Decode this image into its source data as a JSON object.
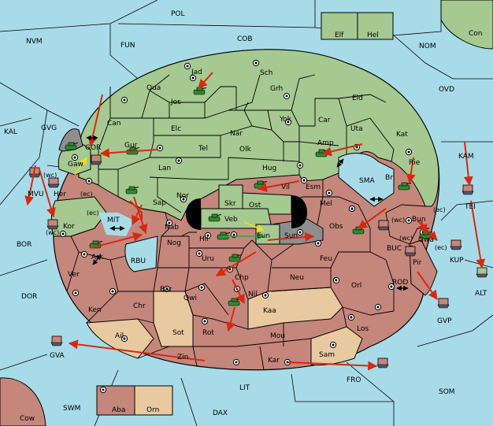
{
  "colors": {
    "sea": "#a8dbe8",
    "green": "#a5c990",
    "red": "#c5867c",
    "tan": "#e8c9a0",
    "gray": "#8e8e8e",
    "border": "#000000",
    "arrow": "#d62a10",
    "arrow_support": "#e8e020",
    "arrow_green": "#3ca03c"
  },
  "icons": {
    "supply_center": "dot-in-circle-icon",
    "army": "tank-icon",
    "fleet": "ship-icon",
    "swap": "double-arrow-icon"
  },
  "territories": {
    "pol": "POL",
    "nvm": "NVM",
    "fun": "FUN",
    "cob": "COB",
    "nom": "NOM",
    "con": "Con",
    "elf": "Elf",
    "hel": "Hel",
    "ovd": "OVD",
    "kal": "KAL",
    "gvg": "GVG",
    "jad": "Jad",
    "sch": "Sch",
    "qua": "Qua",
    "jos": "Jos",
    "grh": "Grh",
    "eld": "Eld",
    "can": "Can",
    "elc": "Elc",
    "nar": "Nar",
    "yok": "Yok",
    "car": "Car",
    "uta": "Uta",
    "kat": "Kat",
    "gor": "GOR",
    "gaw": "Gaw",
    "tel": "Tel",
    "olk": "Olk",
    "amp": "Amp",
    "gur": "Gur",
    "lan": "Lan",
    "hug": "Hug",
    "rie": "Rie",
    "kam": "KAM",
    "mvu": "MVU",
    "wc": "(wc)",
    "ec": "(ec)",
    "her": "Her",
    "bri": "Bri",
    "vil": "Vil",
    "esm": "Esm",
    "sma": "SMA",
    "nor": "Nor",
    "skr": "Skr",
    "ost": "Ost",
    "tei": "TEI",
    "sap": "Sap",
    "veb": "Veb",
    "mel": "Mel",
    "kor": "Kor",
    "bun": "Bun",
    "mit": "MIT",
    "nab": "Nab",
    "obs": "Obs",
    "gwa": "Gwa",
    "kup": "KUP",
    "bor": "BOR",
    "hil": "Hil",
    "eun": "Eun",
    "sun": "Sun",
    "buc": "BUC",
    "rbu": "RBU",
    "ark": "Ark",
    "nog": "Nog",
    "alt": "ALT",
    "uru": "Uru",
    "feu": "Feu",
    "pir": "Pir",
    "ver": "Ver",
    "chp": "Chp",
    "neu": "Neu",
    "rod": "ROD",
    "bar": "Bar",
    "orl": "Orl",
    "dor": "DOR",
    "qwi": "Qwi",
    "nil": "Nil",
    "ken": "Ken",
    "chr": "Chr",
    "gvp": "GVP",
    "kaa": "Kaa",
    "sot": "Sot",
    "rot": "Rot",
    "los": "Los",
    "ail": "Ail",
    "mou": "Mou",
    "gva": "GVA",
    "zin": "Zin",
    "sam": "Sam",
    "kar": "Kar",
    "fro": "FRO",
    "som": "SOM",
    "lit": "LIT",
    "aba": "Aba",
    "orn": "Orn",
    "swm": "SWM",
    "dax": "DAX",
    "cow": "Cow"
  }
}
